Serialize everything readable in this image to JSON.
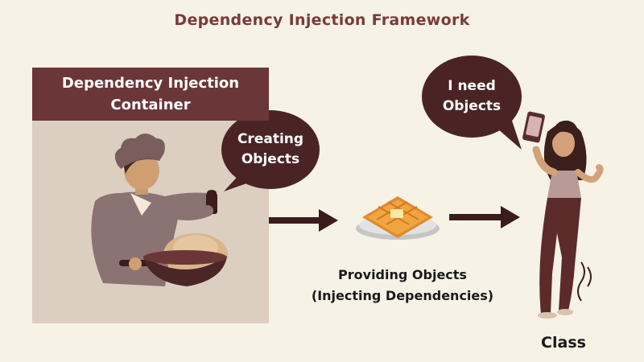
{
  "title": "Dependency Injection Framework",
  "container": {
    "label": "Dependency Injection\nContainer"
  },
  "bubbles": {
    "creating": "Creating\nObjects",
    "need": "I need\nObjects"
  },
  "providing": {
    "line1": "Providing Objects",
    "line2": "(Injecting Dependencies)"
  },
  "class_label": "Class",
  "colors": {
    "background": "#f6f2e6",
    "header": "#6b3638",
    "panel": "#dccfc2",
    "bubble": "#4a2424",
    "arrow": "#3a1c1c",
    "title": "#7a3a3a"
  }
}
